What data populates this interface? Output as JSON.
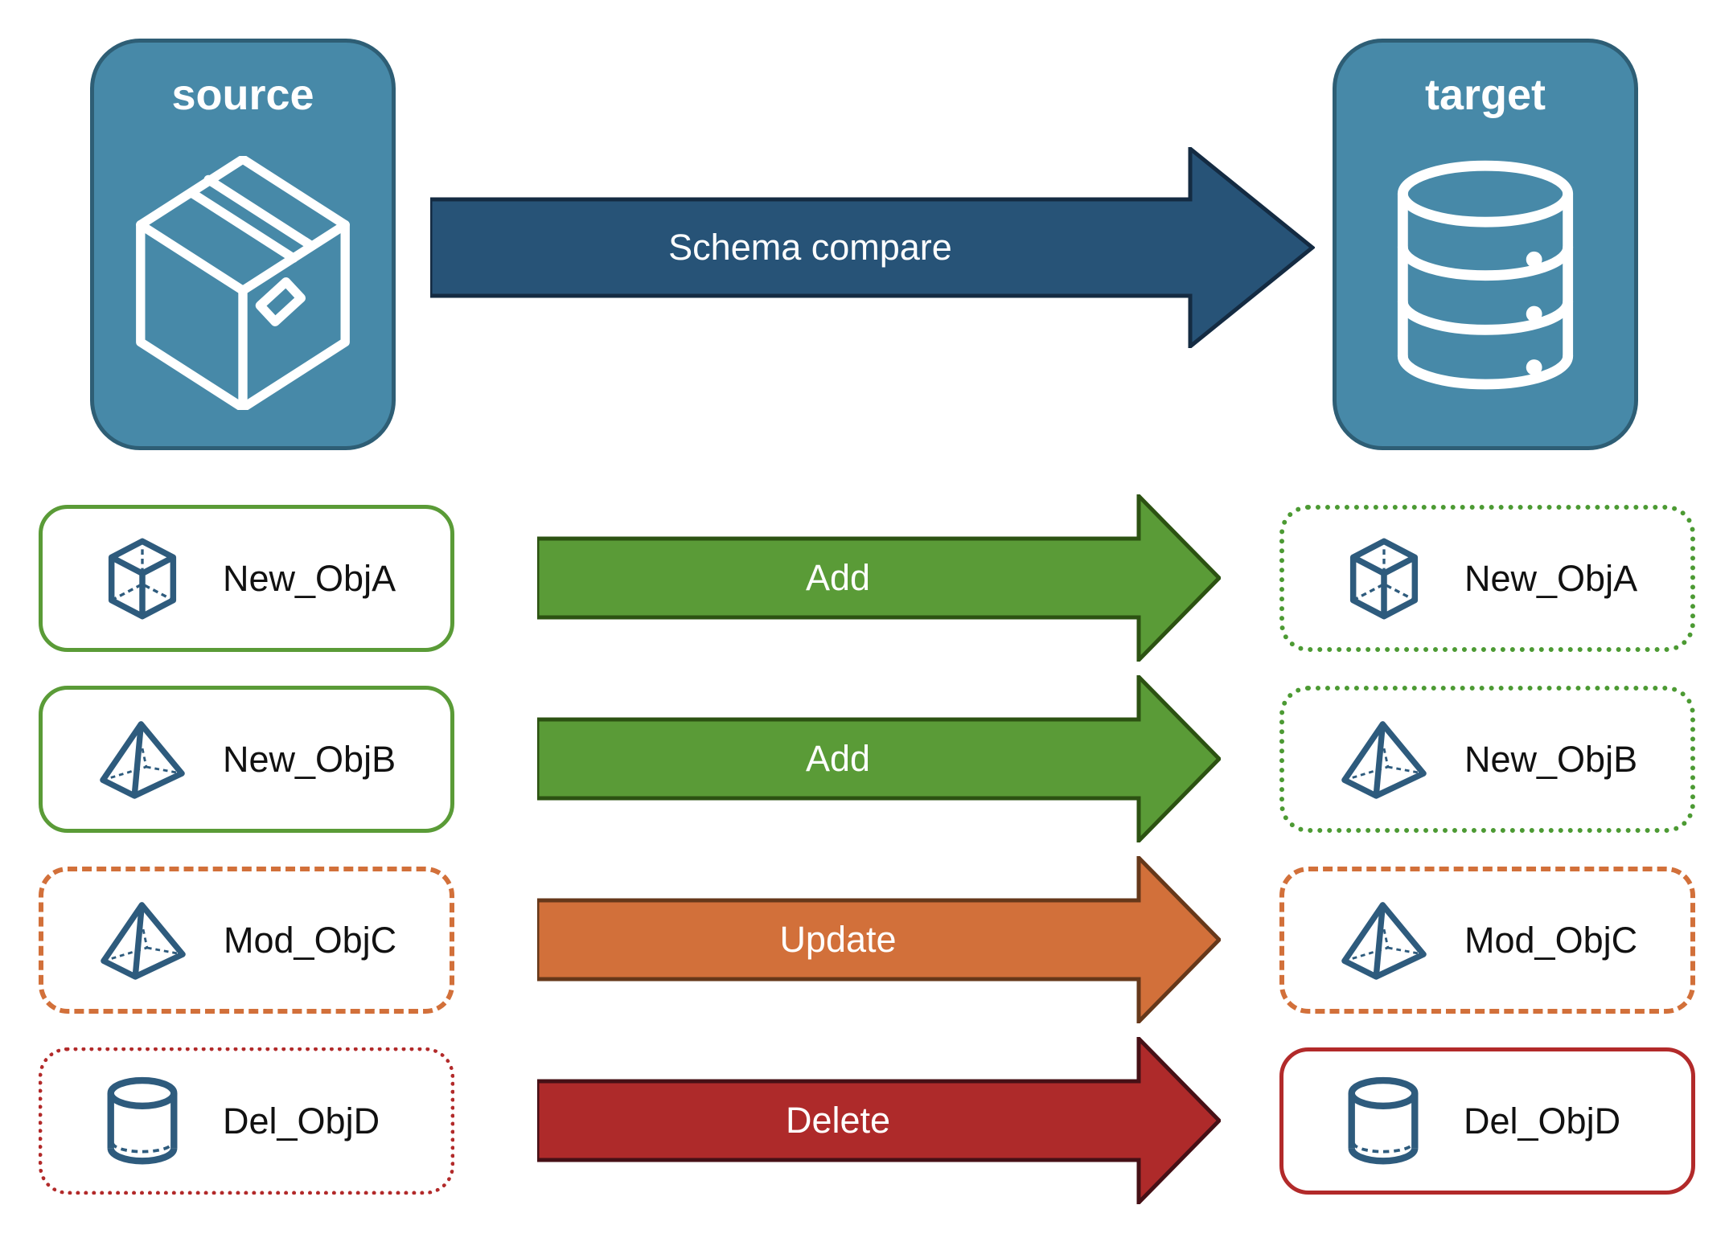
{
  "diagram": {
    "source_node": {
      "label": "source",
      "icon": "package-box-icon"
    },
    "target_node": {
      "label": "target",
      "icon": "database-icon"
    },
    "compare_arrow": {
      "label": "Schema compare"
    }
  },
  "rows": [
    {
      "name": "New_ObjA",
      "action": "Add",
      "icon": "cube-icon",
      "change_type": "added",
      "source_border": "solid-green",
      "target_border": "dotted-green"
    },
    {
      "name": "New_ObjB",
      "action": "Add",
      "icon": "pyramid-icon",
      "change_type": "added",
      "source_border": "solid-green",
      "target_border": "dotted-green"
    },
    {
      "name": "Mod_ObjC",
      "action": "Update",
      "icon": "pyramid-icon",
      "change_type": "modified",
      "source_border": "dashed-orange",
      "target_border": "dashed-orange"
    },
    {
      "name": "Del_ObjD",
      "action": "Delete",
      "icon": "cylinder-icon",
      "change_type": "deleted",
      "source_border": "dotted-red",
      "target_border": "solid-red"
    }
  ],
  "colors": {
    "node_fill": "#4789A8",
    "node_border": "#2E5E75",
    "compare_arrow": "#275377",
    "add_green": "#5A9B37",
    "update_orange": "#D2703A",
    "delete_red": "#B22A2A",
    "object_icon_blue": "#2E5B7D"
  }
}
